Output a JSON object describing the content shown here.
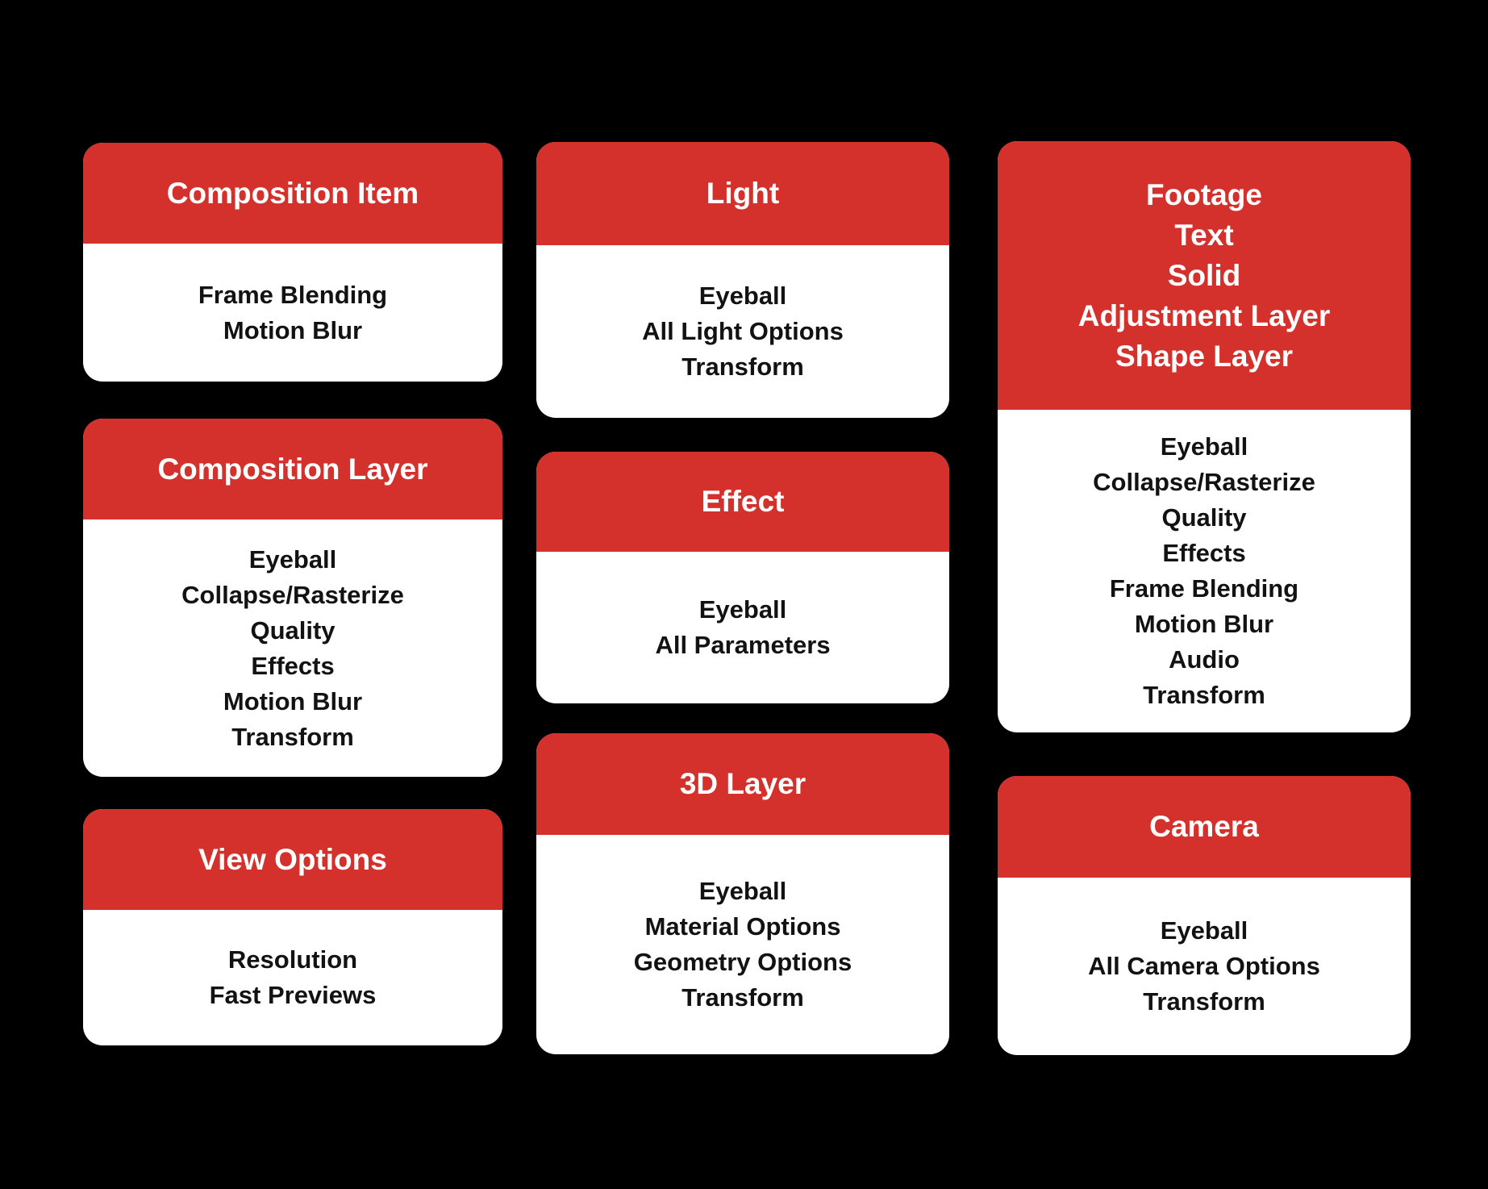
{
  "palette": {
    "background": "#000000",
    "card_background": "#ffffff",
    "header_red": "#d5312c",
    "header_text": "#ffffff",
    "body_text": "#121212"
  },
  "cards": {
    "composition_item": {
      "title": "Composition Item",
      "items": [
        "Frame Blending",
        "Motion Blur"
      ]
    },
    "composition_layer": {
      "title": "Composition Layer",
      "items": [
        "Eyeball",
        "Collapse/Rasterize",
        "Quality",
        "Effects",
        "Motion Blur",
        "Transform"
      ]
    },
    "view_options": {
      "title": "View Options",
      "items": [
        "Resolution",
        "Fast Previews"
      ]
    },
    "light": {
      "title": "Light",
      "items": [
        "Eyeball",
        "All Light Options",
        "Transform"
      ]
    },
    "effect": {
      "title": "Effect",
      "items": [
        "Eyeball",
        "All Parameters"
      ]
    },
    "three_d_layer": {
      "title": "3D Layer",
      "items": [
        "Eyeball",
        "Material Options",
        "Geometry Options",
        "Transform"
      ]
    },
    "footage_group": {
      "title_lines": [
        "Footage",
        "Text",
        "Solid",
        "Adjustment Layer",
        "Shape Layer"
      ],
      "items": [
        "Eyeball",
        "Collapse/Rasterize",
        "Quality",
        "Effects",
        "Frame Blending",
        "Motion Blur",
        "Audio",
        "Transform"
      ]
    },
    "camera": {
      "title": "Camera",
      "items": [
        "Eyeball",
        "All Camera Options",
        "Transform"
      ]
    }
  }
}
